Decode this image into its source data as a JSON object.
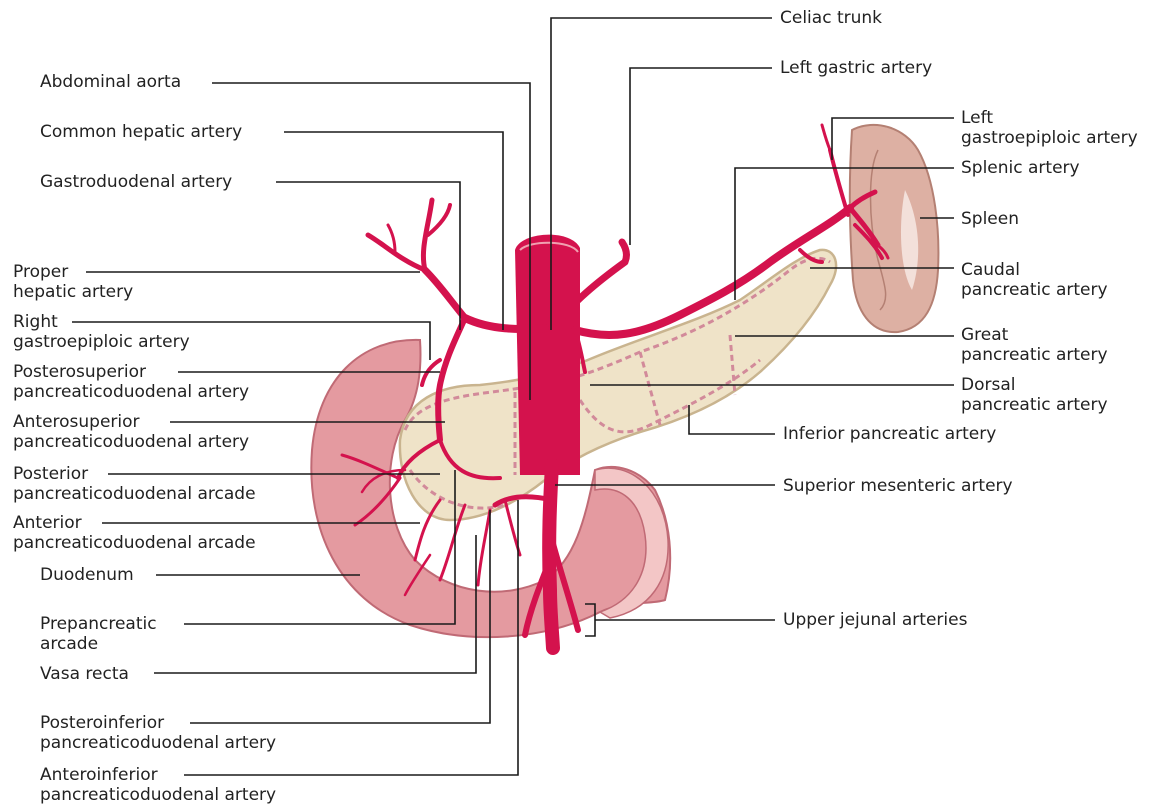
{
  "colors": {
    "artery": "#d4124d",
    "artery_dark": "#a40b37",
    "pancreas": "#efe3c8",
    "pancreas_edge": "#c9b48f",
    "duodenum": "#e49aa0",
    "duodenum_light": "#f3c6c6",
    "spleen": "#ddb0a3",
    "leader": "#1a1a1a"
  },
  "labels": {
    "celiac_trunk": {
      "lines": [
        "Celiac trunk"
      ]
    },
    "left_gastric_artery": {
      "lines": [
        "Left gastric artery"
      ]
    },
    "left_gastroepiploic_artery": {
      "lines": [
        "Left",
        "gastroepiploic artery"
      ]
    },
    "splenic_artery": {
      "lines": [
        "Splenic artery"
      ]
    },
    "spleen": {
      "lines": [
        "Spleen"
      ]
    },
    "caudal_pancreatic_artery": {
      "lines": [
        "Caudal",
        "pancreatic artery"
      ]
    },
    "great_pancreatic_artery": {
      "lines": [
        "Great",
        "pancreatic artery"
      ]
    },
    "dorsal_pancreatic_artery": {
      "lines": [
        "Dorsal",
        "pancreatic artery"
      ]
    },
    "inferior_pancreatic_artery": {
      "lines": [
        "Inferior pancreatic artery"
      ]
    },
    "superior_mesenteric_artery": {
      "lines": [
        "Superior mesenteric artery"
      ]
    },
    "upper_jejunal_arteries": {
      "lines": [
        "Upper jejunal arteries"
      ]
    },
    "abdominal_aorta": {
      "lines": [
        "Abdominal aorta"
      ]
    },
    "common_hepatic_artery": {
      "lines": [
        "Common hepatic artery"
      ]
    },
    "gastroduodenal_artery": {
      "lines": [
        "Gastroduodenal artery"
      ]
    },
    "proper_hepatic_artery": {
      "lines": [
        "Proper",
        "hepatic artery"
      ]
    },
    "right_gastroepiploic_artery": {
      "lines": [
        "Right",
        "gastroepiploic artery"
      ]
    },
    "posterosuperior_pd_artery": {
      "lines": [
        "Posterosuperior",
        "pancreaticoduodenal artery"
      ]
    },
    "anterosuperior_pd_artery": {
      "lines": [
        "Anterosuperior",
        "pancreaticoduodenal artery"
      ]
    },
    "posterior_pd_arcade": {
      "lines": [
        "Posterior",
        "pancreaticoduodenal arcade"
      ]
    },
    "anterior_pd_arcade": {
      "lines": [
        "Anterior",
        "pancreaticoduodenal arcade"
      ]
    },
    "duodenum": {
      "lines": [
        "Duodenum"
      ]
    },
    "prepancreatic_arcade": {
      "lines": [
        "Prepancreatic",
        "arcade"
      ]
    },
    "vasa_recta": {
      "lines": [
        "Vasa recta"
      ]
    },
    "posteroinferior_pd_artery": {
      "lines": [
        "Posteroinferior",
        "pancreaticoduodenal artery"
      ]
    },
    "anteroinferior_pd_artery": {
      "lines": [
        "Anteroinferior",
        "pancreaticoduodenal artery"
      ]
    }
  }
}
